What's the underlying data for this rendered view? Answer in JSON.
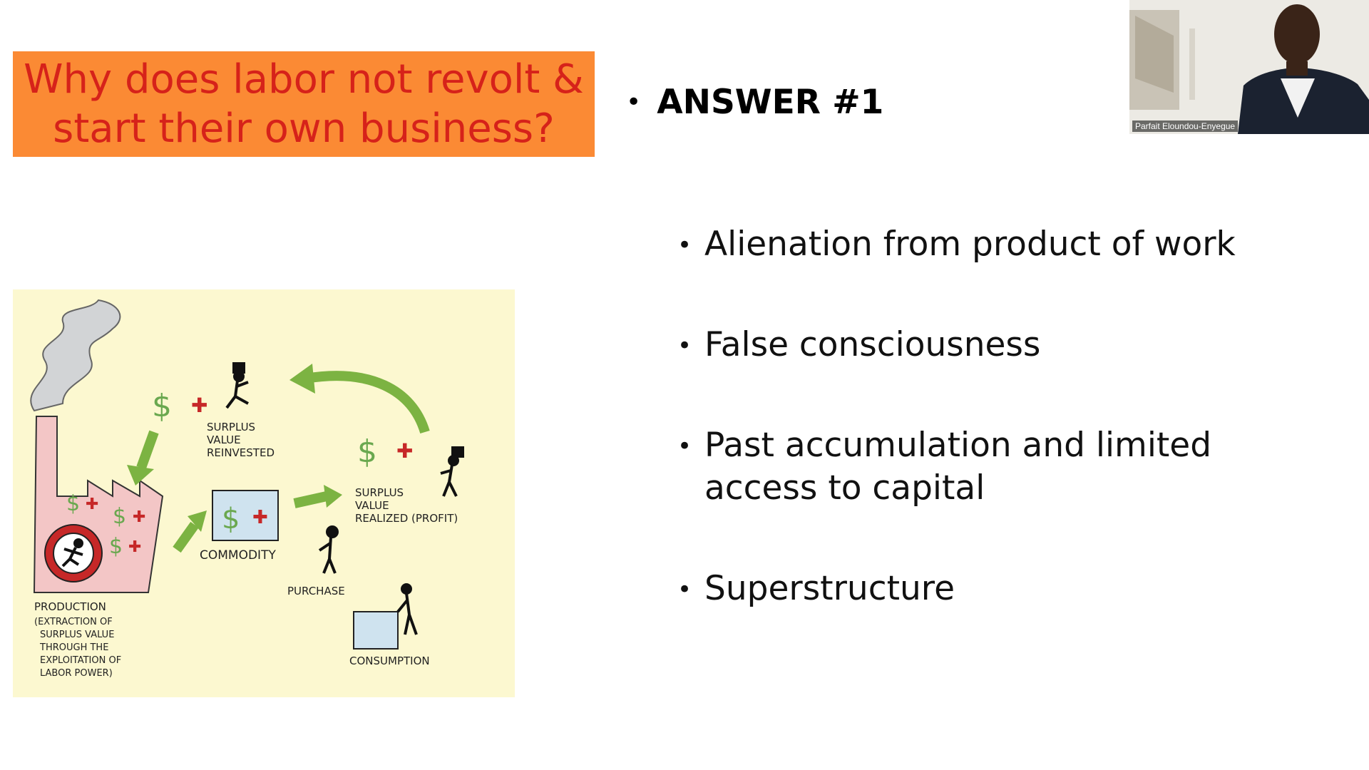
{
  "slide": {
    "title_lines": [
      "Why does labor not revolt &",
      "start their own business?"
    ],
    "answer_heading": "ANSWER #1",
    "bullets": [
      {
        "line1": "Alienation from product of work",
        "line2": ""
      },
      {
        "line1": "False consciousness",
        "line2": ""
      },
      {
        "line1": "Past accumulation and limited",
        "line2": "access to capital"
      },
      {
        "line1": "Superstructure",
        "line2": ""
      }
    ],
    "bullet_glyph": "•",
    "colors": {
      "title_bg": "#fb8a34",
      "title_text": "#d6221a",
      "arrow": "#7cb342",
      "dollar": "#6aa84f",
      "factory": "#f3c6c6"
    }
  },
  "illustration": {
    "labels": {
      "surplus_reinvested": [
        "SURPLUS",
        "VALUE",
        "REINVESTED"
      ],
      "surplus_realized": [
        "SURPLUS",
        "VALUE",
        "REALIZED (PROFIT)"
      ],
      "commodity": "COMMODITY",
      "purchase": "PURCHASE",
      "consumption": "CONSUMPTION",
      "production": [
        "PRODUCTION",
        "(EXTRACTION OF",
        "SURPLUS VALUE",
        "THROUGH THE",
        "EXPLOITATION OF",
        "LABOR POWER)"
      ]
    },
    "symbols": {
      "dollar": "$",
      "plus": "✚"
    }
  },
  "video": {
    "participant_name": "Parfait Eloundou-Enyegue"
  }
}
